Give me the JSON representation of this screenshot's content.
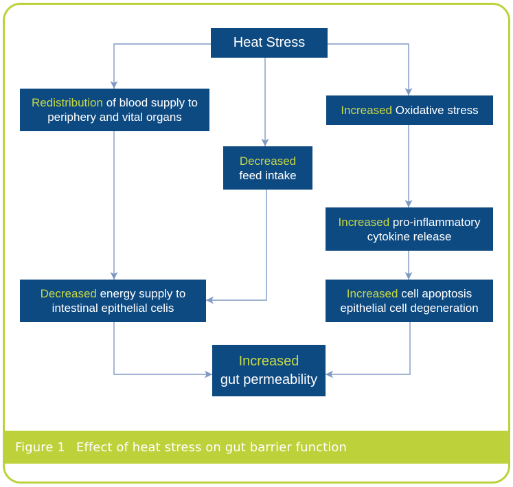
{
  "diagram": {
    "heat_stress": {
      "label": "Heat Stress"
    },
    "redistribution": {
      "highlight": "Redistribution",
      "line1": "of blood supply to",
      "line2": "periphery and vital organs"
    },
    "oxidative_stress": {
      "highlight": "Increased",
      "line1": "Oxidative stress"
    },
    "feed_intake": {
      "highlight": "Decreased",
      "line2": "feed intake"
    },
    "cytokine_release": {
      "highlight": "Increased",
      "line1": "pro-inflammatory",
      "line2": "cytokine release"
    },
    "energy_supply": {
      "highlight": "Decreased",
      "line1": "energy supply to",
      "line2": "intestinal epithelial celis"
    },
    "cell_apoptosis": {
      "highlight": "Increased",
      "line1": "cell apoptosis",
      "line2": "epithelial cell degeneration"
    },
    "gut_permeability": {
      "highlight": "Increased",
      "line2": "gut permeability"
    }
  },
  "caption": {
    "label": "Figure 1",
    "text": "Effect of heat stress on gut barrier function"
  },
  "colors": {
    "frame": "#bdd13a",
    "box": "#0e4a82",
    "box_text": "#ffffff",
    "highlight": "#c6d946",
    "arrow": "#7e98c4",
    "caption_text": "#ffffff"
  }
}
